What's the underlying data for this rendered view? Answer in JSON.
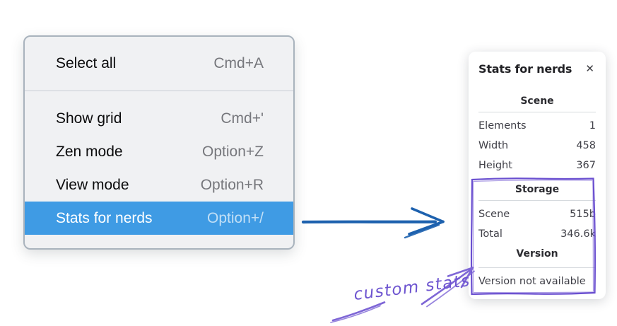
{
  "menu": {
    "items": [
      {
        "label": "Select all",
        "shortcut": "Cmd+A"
      },
      {
        "label": "Show grid",
        "shortcut": "Cmd+'"
      },
      {
        "label": "Zen mode",
        "shortcut": "Option+Z"
      },
      {
        "label": "View mode",
        "shortcut": "Option+R"
      },
      {
        "label": "Stats for nerds",
        "shortcut": "Option+/",
        "highlighted": true
      }
    ],
    "highlight_color": "#3f9be4"
  },
  "stats_panel": {
    "title": "Stats for nerds",
    "close_icon": "✕",
    "sections": [
      {
        "heading": "Scene",
        "rows": [
          {
            "label": "Elements",
            "value": "1"
          },
          {
            "label": "Width",
            "value": "458"
          },
          {
            "label": "Height",
            "value": "367"
          }
        ]
      },
      {
        "heading": "Storage",
        "rows": [
          {
            "label": "Scene",
            "value": "515b"
          },
          {
            "label": "Total",
            "value": "346.6k"
          }
        ]
      },
      {
        "heading": "Version",
        "note": "Version not available"
      }
    ]
  },
  "annotations": {
    "custom_stats_label": "custom stats",
    "arrow_color": "#1d61ae",
    "purple_color": "#6a4fd0",
    "purple_light_color": "#7e66d6"
  }
}
